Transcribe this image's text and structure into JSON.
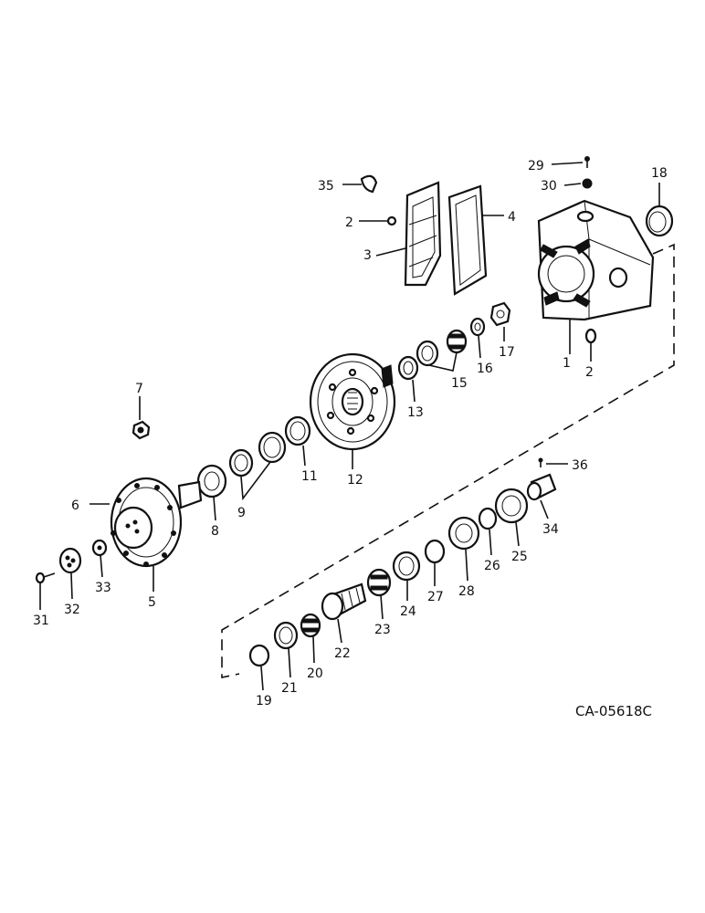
{
  "diagram_code": "CA-05618C",
  "callouts": [
    "1",
    "2",
    "2",
    "3",
    "4",
    "5",
    "6",
    "7",
    "8",
    "9",
    "11",
    "12",
    "13",
    "15",
    "16",
    "17",
    "18",
    "19",
    "20",
    "21",
    "22",
    "23",
    "24",
    "25",
    "26",
    "27",
    "28",
    "29",
    "30",
    "31",
    "32",
    "33",
    "34",
    "35",
    "36"
  ]
}
